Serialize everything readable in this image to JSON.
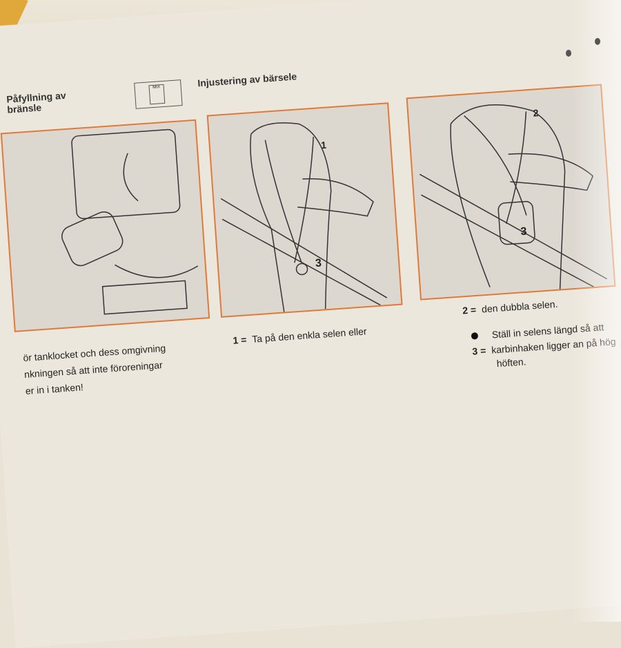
{
  "section_fuel": {
    "heading_line1": "Påfyllning av",
    "heading_line2": "bränsle",
    "icon": "fuel-pump-mix-icon",
    "icon_label": "MIX",
    "text_lines": [
      "ör tanklocket och dess omgivning",
      "nkningen så att inte föroreningar",
      "er in i tanken!"
    ]
  },
  "section_harness": {
    "heading": "Injustering av bärsele",
    "panel1": {
      "labels": [
        "1",
        "3"
      ]
    },
    "panel2": {
      "labels": [
        "2",
        "3"
      ]
    },
    "item1": {
      "num": "1 =",
      "text": "Ta på den enkla selen eller"
    },
    "item2": {
      "num": "2 =",
      "text": "den dubbla selen."
    },
    "bullet": {
      "text": "Ställ in selens längd  så att"
    },
    "item3": {
      "num": "3 =",
      "line1": "karbinhaken ligger an på hög",
      "line2": "höften."
    }
  },
  "colors": {
    "accent": "#e07a3a",
    "paper": "#ece7dc"
  }
}
